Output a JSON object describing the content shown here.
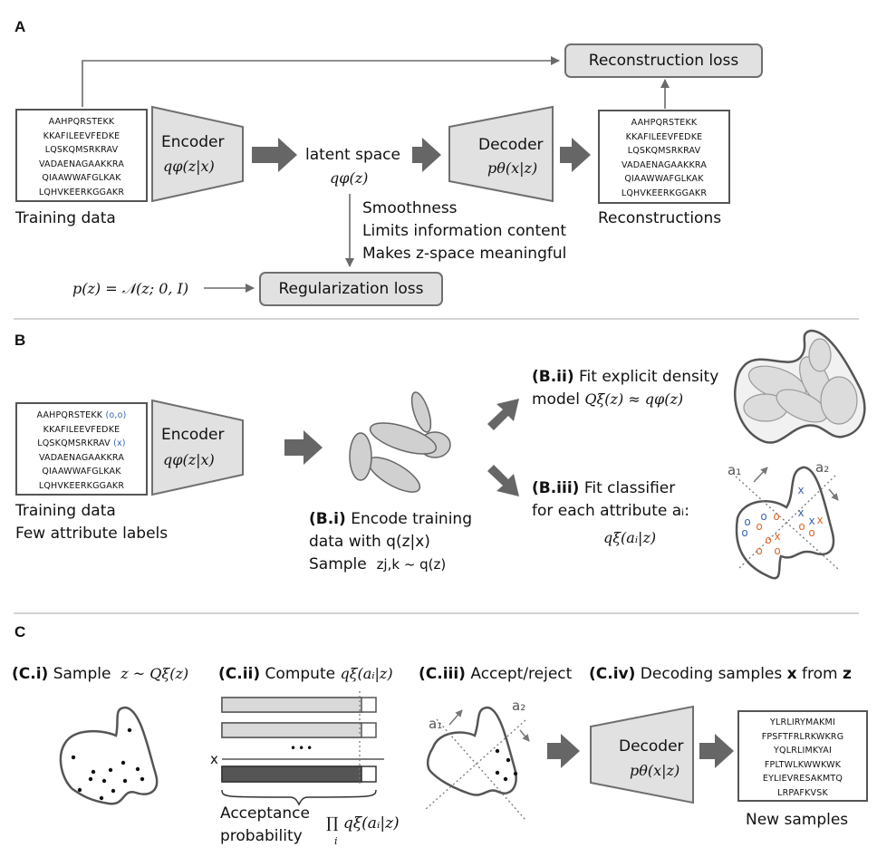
{
  "panel_a": {
    "section_label": "A",
    "training_sequences": [
      "AAHPQRSTEKK",
      "KKAFILEEVFEDKE",
      "LQSKQMSRKRAV",
      "VADAENAGAAKKRA",
      "QIAAWWAFGLKAK",
      "LQHVKEERKGGAKR"
    ],
    "training_label": "Training data",
    "encoder_label": "Encoder",
    "encoder_math": "qφ(z|x)",
    "latent_label": "latent space",
    "latent_math": "qφ(z)",
    "decoder_label": "Decoder",
    "decoder_math": "pθ(x|z)",
    "reconstruction_sequences": [
      "AAHPQRSTEKK",
      "KKAFILEEVFEDKE",
      "LQSKQMSRKRAV",
      "VADAENAGAAKKRA",
      "QIAAWWAFGLKAK",
      "LQHVKEERKGGAKR"
    ],
    "reconstructions_label": "Reconstructions",
    "reconstruction_loss": "Reconstruction loss",
    "notes": [
      "Smoothness",
      "Limits information content",
      "Makes z-space meaningful"
    ],
    "prior_math": "p(z) = 𝒩(z; 0, I)",
    "regularization_loss": "Regularization loss"
  },
  "panel_b": {
    "section_label": "B",
    "training_sequences": [
      {
        "seq": "AAHPQRSTEKK",
        "tag": "(o,o)"
      },
      {
        "seq": "KKAFILEEVFEDKE",
        "tag": ""
      },
      {
        "seq": "LQSKQMSRKRAV",
        "tag": "(x)"
      },
      {
        "seq": "VADAENAGAAKKRA",
        "tag": ""
      },
      {
        "seq": "QIAAWWAFGLKAK",
        "tag": ""
      },
      {
        "seq": "LQHVKEERKGGAKR",
        "tag": ""
      }
    ],
    "training_label_1": "Training data",
    "training_label_2": "Few attribute labels",
    "encoder_label": "Encoder",
    "encoder_math": "qφ(z|x)",
    "bi_tag": "(B.i)",
    "bi_line1": "Encode training",
    "bi_line2": "data with q(z|x)",
    "bi_line3_prefix": "Sample",
    "bi_line3_math": "zj,k ~ q(z)",
    "bii_tag": "(B.ii)",
    "bii_line1": "Fit explicit density",
    "bii_line2": "model",
    "bii_math": "Qξ(z) ≈ qφ(z)",
    "biii_tag": "(B.iii)",
    "biii_line1": "Fit classifier",
    "biii_line2": "for each attribute aᵢ:",
    "biii_math": "qξ(aᵢ|z)",
    "axis_a1": "a₁",
    "axis_a2": "a₂"
  },
  "panel_c": {
    "section_label": "C",
    "ci_tag": "(C.i)",
    "ci_text": "Sample",
    "ci_math": "z ~ Qξ(z)",
    "cii_tag": "(C.ii)",
    "cii_text": "Compute",
    "cii_math": "qξ(aᵢ|z)",
    "ciii_tag": "(C.iii)",
    "ciii_text": "Accept/reject",
    "civ_tag": "(C.iv)",
    "civ_text": "Decoding samples",
    "civ_x": "x",
    "civ_from": "from",
    "civ_z": "z",
    "ellipsis": "•••",
    "x_mark": "x",
    "acceptance_1": "Acceptance",
    "acceptance_2": "probability",
    "product_math": "∏ qξ(aᵢ|z)",
    "product_index": "i",
    "axis_a1": "a₁",
    "axis_a2": "a₂",
    "decoder_label": "Decoder",
    "decoder_math": "pθ(x|z)",
    "new_sequences": [
      "YLRLIRYMAKMI",
      "FPSFTFRLRKWKRG",
      "YQLRLIMKYAI",
      "FPLTWLKWWKWK",
      "EYLIEVRESAKMTQ",
      "LRPAFKVSK"
    ],
    "new_samples_label": "New samples"
  },
  "colors": {
    "box_fill": "#e1e1e1",
    "box_stroke": "#6f6f6f",
    "arrow": "#6a6a6a",
    "blue": "#3a64b0",
    "orange": "#e0652b"
  }
}
